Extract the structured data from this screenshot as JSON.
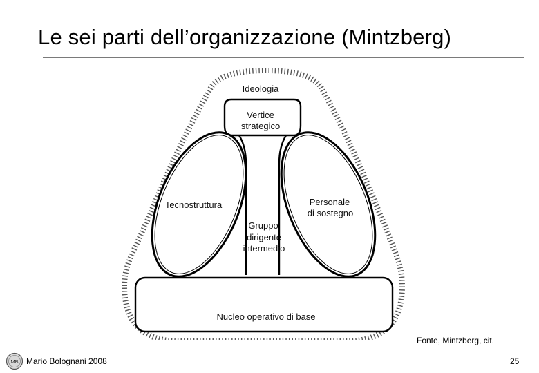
{
  "slide": {
    "title": "Le sei parti dell’organizzazione (Mintzberg)"
  },
  "diagram": {
    "parts": {
      "ideology": "Ideologia",
      "strategic_apex_line1": "Vertice",
      "strategic_apex_line2": "strategico",
      "technostructure": "Tecnostruttura",
      "support_staff_line1": "Personale",
      "support_staff_line2": "di sostegno",
      "middle_line_line1": "Gruppo",
      "middle_line_line2": "dirigente",
      "middle_line_line3": "intermedio",
      "operating_core": "Nucleo operativo di base"
    }
  },
  "source_note": "Fonte, Mintzberg, cit.",
  "footer": {
    "author": "Mario Bolognani 2008",
    "page_number": "25",
    "logo_text": "MB"
  }
}
